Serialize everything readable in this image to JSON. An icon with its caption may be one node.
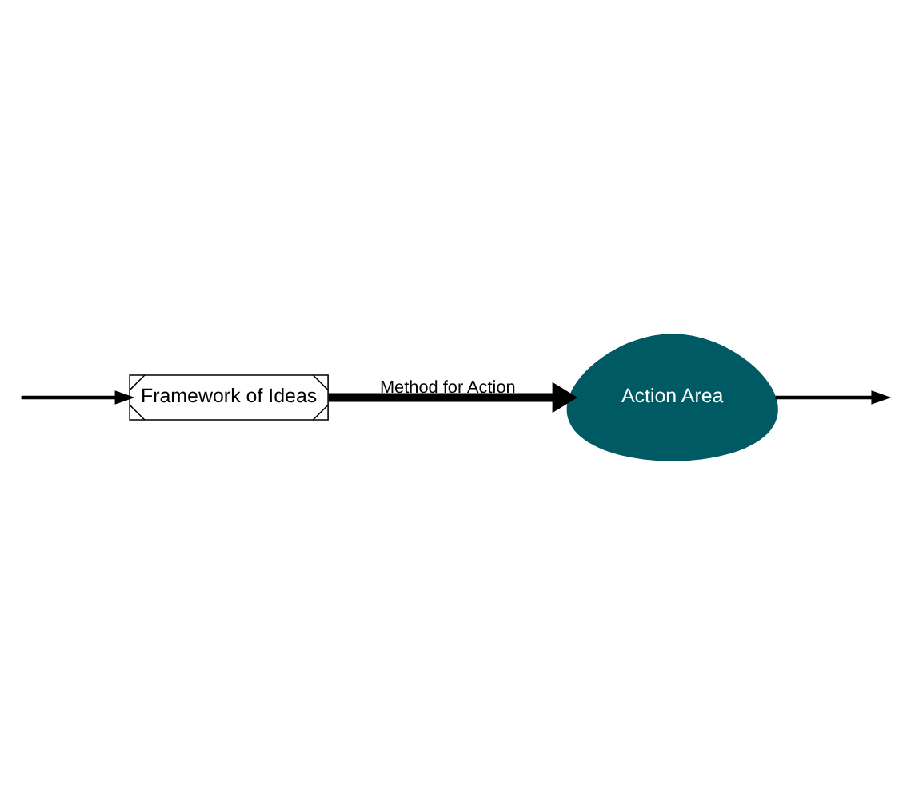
{
  "diagram": {
    "nodes": [
      {
        "text": [
          "Framework of Ideas"
        ]
      },
      {
        "text": [
          "Action Area"
        ]
      }
    ],
    "edges": [
      {
        "from": 0,
        "to": 1,
        "label": "Method for Action",
        "arrow": "to",
        "style": "thick"
      },
      {
        "from": 1,
        "to": null,
        "arrow": "to"
      },
      {
        "from": null,
        "to": 0,
        "arrow": "to"
      }
    ]
  }
}
